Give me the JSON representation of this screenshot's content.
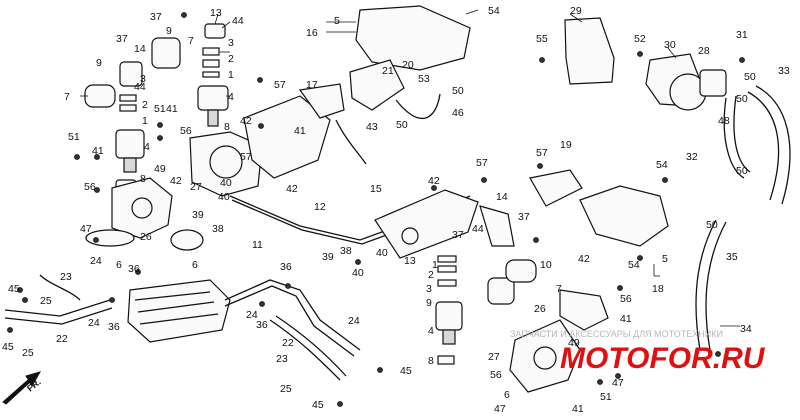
{
  "direction_label": "FR.",
  "watermark": {
    "text": "ЗАПЧАСТИ И АКСЕССУАРЫ ДЛЯ МОТОТЕХНИКИ",
    "logo": "MOTOFOR.RU",
    "logo_color": "#e01010"
  },
  "labels": [
    {
      "id": "l37a",
      "text": "37"
    },
    {
      "id": "l13a",
      "text": "13"
    },
    {
      "id": "l44a",
      "text": "44"
    },
    {
      "id": "l3a",
      "text": "3"
    },
    {
      "id": "l2a",
      "text": "2"
    },
    {
      "id": "l1a",
      "text": "1"
    },
    {
      "id": "l4a",
      "text": "4"
    },
    {
      "id": "l8a",
      "text": "8"
    },
    {
      "id": "l37b",
      "text": "37"
    },
    {
      "id": "l9a",
      "text": "9"
    },
    {
      "id": "l7a",
      "text": "7"
    },
    {
      "id": "l14a",
      "text": "14"
    },
    {
      "id": "l9b",
      "text": "9"
    },
    {
      "id": "l44b",
      "text": "44"
    },
    {
      "id": "l7b",
      "text": "7"
    },
    {
      "id": "l3b",
      "text": "3"
    },
    {
      "id": "l2b",
      "text": "2"
    },
    {
      "id": "l51a",
      "text": "51"
    },
    {
      "id": "l41a",
      "text": "41"
    },
    {
      "id": "l1b",
      "text": "1"
    },
    {
      "id": "l4b",
      "text": "4"
    },
    {
      "id": "l51b",
      "text": "51"
    },
    {
      "id": "l41b",
      "text": "41"
    },
    {
      "id": "l56a",
      "text": "56"
    },
    {
      "id": "l49a",
      "text": "49"
    },
    {
      "id": "l42a",
      "text": "42"
    },
    {
      "id": "l8b",
      "text": "8"
    },
    {
      "id": "l56b",
      "text": "56"
    },
    {
      "id": "l39a",
      "text": "39"
    },
    {
      "id": "l26a",
      "text": "26"
    },
    {
      "id": "l47a",
      "text": "47"
    },
    {
      "id": "l6a",
      "text": "6"
    },
    {
      "id": "l6b",
      "text": "6"
    },
    {
      "id": "l5a",
      "text": "5"
    },
    {
      "id": "l16",
      "text": "16"
    },
    {
      "id": "l54a",
      "text": "54"
    },
    {
      "id": "l21",
      "text": "21"
    },
    {
      "id": "l20",
      "text": "20"
    },
    {
      "id": "l53",
      "text": "53"
    },
    {
      "id": "l50a",
      "text": "50"
    },
    {
      "id": "l57a",
      "text": "57"
    },
    {
      "id": "l17",
      "text": "17"
    },
    {
      "id": "l43",
      "text": "43"
    },
    {
      "id": "l50b",
      "text": "50"
    },
    {
      "id": "l46",
      "text": "46"
    },
    {
      "id": "l42b",
      "text": "42"
    },
    {
      "id": "l41c",
      "text": "41"
    },
    {
      "id": "l57b",
      "text": "57"
    },
    {
      "id": "l27a",
      "text": "27"
    },
    {
      "id": "l40a",
      "text": "40"
    },
    {
      "id": "l42c",
      "text": "42"
    },
    {
      "id": "l40b",
      "text": "40"
    },
    {
      "id": "l38a",
      "text": "38"
    },
    {
      "id": "l12",
      "text": "12"
    },
    {
      "id": "l11",
      "text": "11"
    },
    {
      "id": "l15",
      "text": "15"
    },
    {
      "id": "l42d",
      "text": "42"
    },
    {
      "id": "l57c",
      "text": "57"
    },
    {
      "id": "l14b",
      "text": "14"
    },
    {
      "id": "l44c",
      "text": "44"
    },
    {
      "id": "l37c",
      "text": "37"
    },
    {
      "id": "l13b",
      "text": "13"
    },
    {
      "id": "l38b",
      "text": "38"
    },
    {
      "id": "l39b",
      "text": "39"
    },
    {
      "id": "l40c",
      "text": "40"
    },
    {
      "id": "l40d",
      "text": "40"
    },
    {
      "id": "l29",
      "text": "29"
    },
    {
      "id": "l55",
      "text": "55"
    },
    {
      "id": "l52",
      "text": "52"
    },
    {
      "id": "l30",
      "text": "30"
    },
    {
      "id": "l28",
      "text": "28"
    },
    {
      "id": "l31",
      "text": "31"
    },
    {
      "id": "l50c",
      "text": "50"
    },
    {
      "id": "l33",
      "text": "33"
    },
    {
      "id": "l50d",
      "text": "50"
    },
    {
      "id": "l48",
      "text": "48"
    },
    {
      "id": "l57d",
      "text": "57"
    },
    {
      "id": "l19",
      "text": "19"
    },
    {
      "id": "l54b",
      "text": "54"
    },
    {
      "id": "l32",
      "text": "32"
    },
    {
      "id": "l50e",
      "text": "50"
    },
    {
      "id": "l37d",
      "text": "37"
    },
    {
      "id": "l50f",
      "text": "50"
    },
    {
      "id": "l35",
      "text": "35"
    },
    {
      "id": "l5b",
      "text": "5"
    },
    {
      "id": "l18",
      "text": "18"
    },
    {
      "id": "l54c",
      "text": "54"
    },
    {
      "id": "l34",
      "text": "34"
    },
    {
      "id": "l1c",
      "text": "1"
    },
    {
      "id": "l2c",
      "text": "2"
    },
    {
      "id": "l3c",
      "text": "3"
    },
    {
      "id": "l9c",
      "text": "9"
    },
    {
      "id": "l42e",
      "text": "42"
    },
    {
      "id": "l10",
      "text": "10"
    },
    {
      "id": "l7c",
      "text": "7"
    },
    {
      "id": "l4c",
      "text": "4"
    },
    {
      "id": "l26b",
      "text": "26"
    },
    {
      "id": "l56c",
      "text": "56"
    },
    {
      "id": "l41d",
      "text": "41"
    },
    {
      "id": "l49b",
      "text": "49"
    },
    {
      "id": "l27b",
      "text": "27"
    },
    {
      "id": "l8c",
      "text": "8"
    },
    {
      "id": "l56d",
      "text": "56"
    },
    {
      "id": "l6c",
      "text": "6"
    },
    {
      "id": "l47b",
      "text": "47"
    },
    {
      "id": "l51c",
      "text": "51"
    },
    {
      "id": "l41e",
      "text": "41"
    },
    {
      "id": "l47c",
      "text": "47"
    },
    {
      "id": "l45a",
      "text": "45"
    },
    {
      "id": "l23a",
      "text": "23"
    },
    {
      "id": "l24a",
      "text": "24"
    },
    {
      "id": "l25a",
      "text": "25"
    },
    {
      "id": "l36a",
      "text": "36"
    },
    {
      "id": "l22a",
      "text": "22"
    },
    {
      "id": "l24b",
      "text": "24"
    },
    {
      "id": "l36b",
      "text": "36"
    },
    {
      "id": "l45b",
      "text": "45"
    },
    {
      "id": "l25b",
      "text": "25"
    },
    {
      "id": "l36c",
      "text": "36"
    },
    {
      "id": "l24c",
      "text": "24"
    },
    {
      "id": "l36d",
      "text": "36"
    },
    {
      "id": "l22b",
      "text": "22"
    },
    {
      "id": "l24d",
      "text": "24"
    },
    {
      "id": "l23b",
      "text": "23"
    },
    {
      "id": "l45c",
      "text": "45"
    },
    {
      "id": "l25c",
      "text": "25"
    },
    {
      "id": "l45d",
      "text": "45"
    }
  ]
}
